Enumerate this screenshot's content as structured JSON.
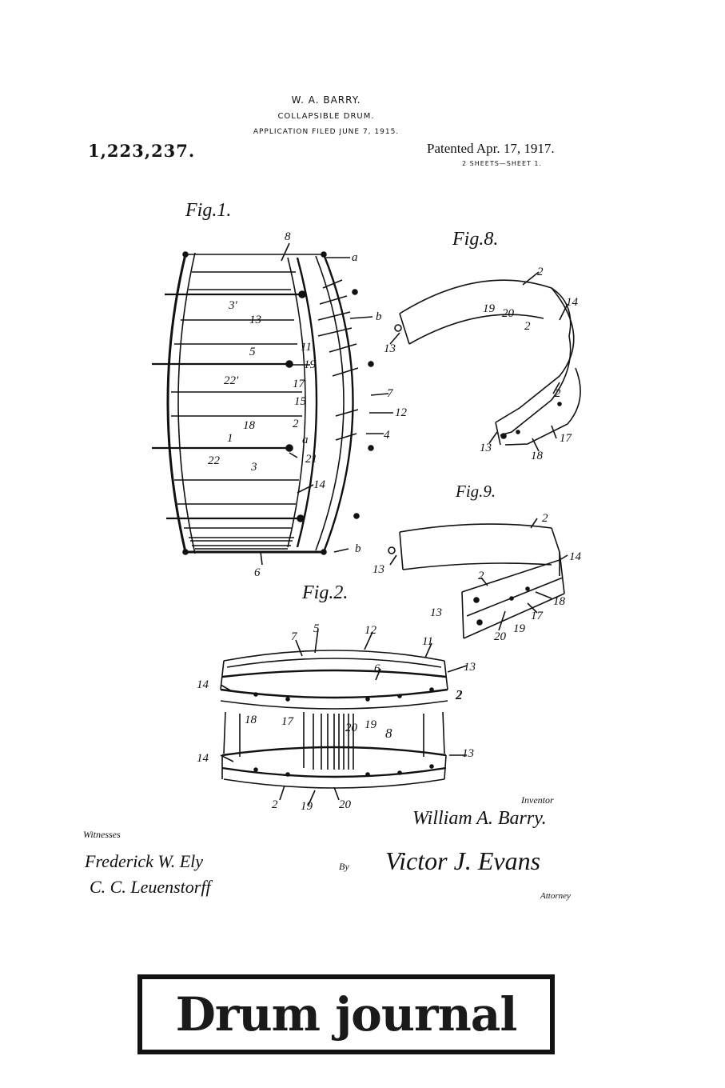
{
  "patent": {
    "inventor_name": "W. A. BARRY.",
    "title": "COLLAPSIBLE DRUM.",
    "filed": "APPLICATION FILED JUNE 7, 1915.",
    "number": "1,223,237.",
    "date": "Patented Apr. 17, 1917.",
    "sheets": "2 SHEETS—SHEET 1."
  },
  "figures": {
    "fig1": "Fig.1.",
    "fig2": "Fig.2.",
    "fig8": "Fig.8.",
    "fig9": "Fig.9."
  },
  "signatures": {
    "inventor_label": "Inventor",
    "inventor_sig": "William A. Barry.",
    "witnesses_label": "Witnesses",
    "witness1": "Frederick W. Ely",
    "witness2": "C. C. Leuenstorff",
    "by": "By",
    "attorney_sig": "Victor J. Evans",
    "attorney_label": "Attorney"
  },
  "cover": {
    "title": "Drum journal"
  }
}
